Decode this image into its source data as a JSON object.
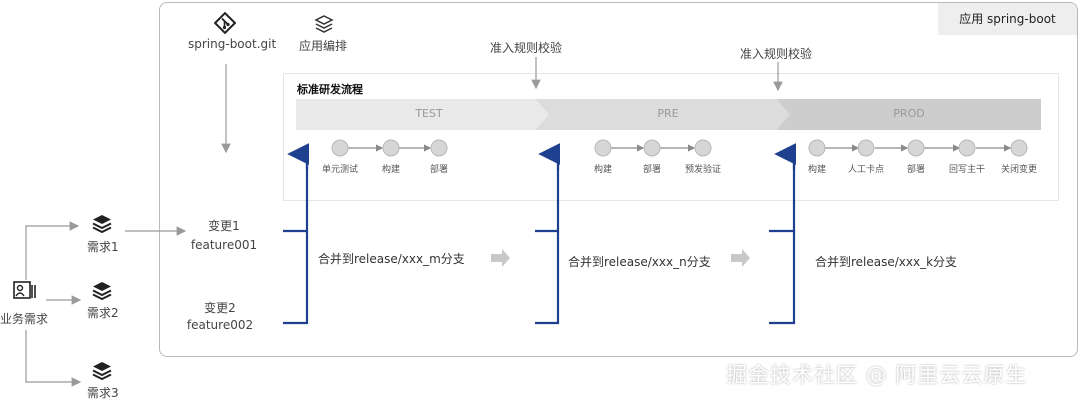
{
  "app_tag": "应用 spring-boot",
  "repo": {
    "label": "spring-boot.git",
    "icon": "git-icon"
  },
  "orchestration": {
    "label": "应用编排",
    "icon": "layers-icon"
  },
  "check_labels": [
    "准入规则校验",
    "准入规则校验"
  ],
  "flow": {
    "title": "标准研发流程",
    "stages": [
      {
        "name": "TEST",
        "color": "#e9e9e9",
        "steps": [
          "单元测试",
          "构建",
          "部署"
        ]
      },
      {
        "name": "PRE",
        "color": "#dcdcdc",
        "steps": [
          "构建",
          "部署",
          "预发验证"
        ]
      },
      {
        "name": "PROD",
        "color": "#cdcdcd",
        "steps": [
          "构建",
          "人工卡点",
          "部署",
          "回写主干",
          "关闭变更"
        ]
      }
    ]
  },
  "changes": [
    {
      "title": "变更1",
      "branch": "feature001"
    },
    {
      "title": "变更2",
      "branch": "feature002"
    }
  ],
  "merges": [
    "合并到release/xxx_m分支",
    "合并到release/xxx_n分支",
    "合并到release/xxx_k分支"
  ],
  "business": {
    "label": "业务需求",
    "icon": "business-requirement-icon"
  },
  "requirements": [
    "需求1",
    "需求2",
    "需求3"
  ],
  "watermark": "掘金技术社区 @ 阿里云云原生",
  "colors": {
    "accent": "#1f3f8f",
    "line": "#9a9a9a",
    "node": "#d6d6d6"
  }
}
